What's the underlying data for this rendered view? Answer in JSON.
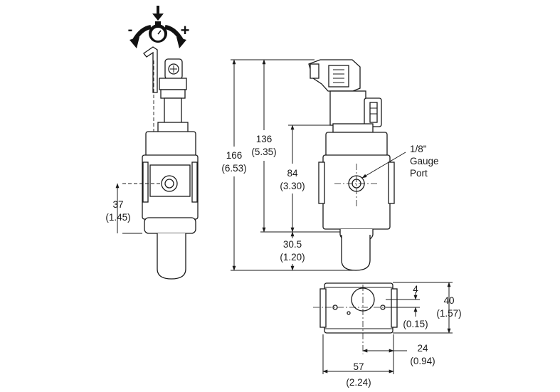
{
  "adjust_icon": {
    "minus": "-",
    "plus": "+"
  },
  "dimensions": {
    "d37": {
      "mm": "37",
      "inch": "(1.45)"
    },
    "d166": {
      "mm": "166",
      "inch": "(6.53)"
    },
    "d136": {
      "mm": "136",
      "inch": "(5.35)"
    },
    "d84": {
      "mm": "84",
      "inch": "(3.30)"
    },
    "d30_5": {
      "mm": "30.5",
      "inch": "(1.20)"
    },
    "d4": {
      "mm": "4",
      "inch": "(0.15)"
    },
    "d40": {
      "mm": "40",
      "inch": "(1.57)"
    },
    "d24": {
      "mm": "24",
      "inch": "(0.94)"
    },
    "d57": {
      "mm": "57",
      "inch": "(2.24)"
    }
  },
  "callout": {
    "line1": "1/8\"",
    "line2": "Gauge",
    "line3": "Port"
  }
}
